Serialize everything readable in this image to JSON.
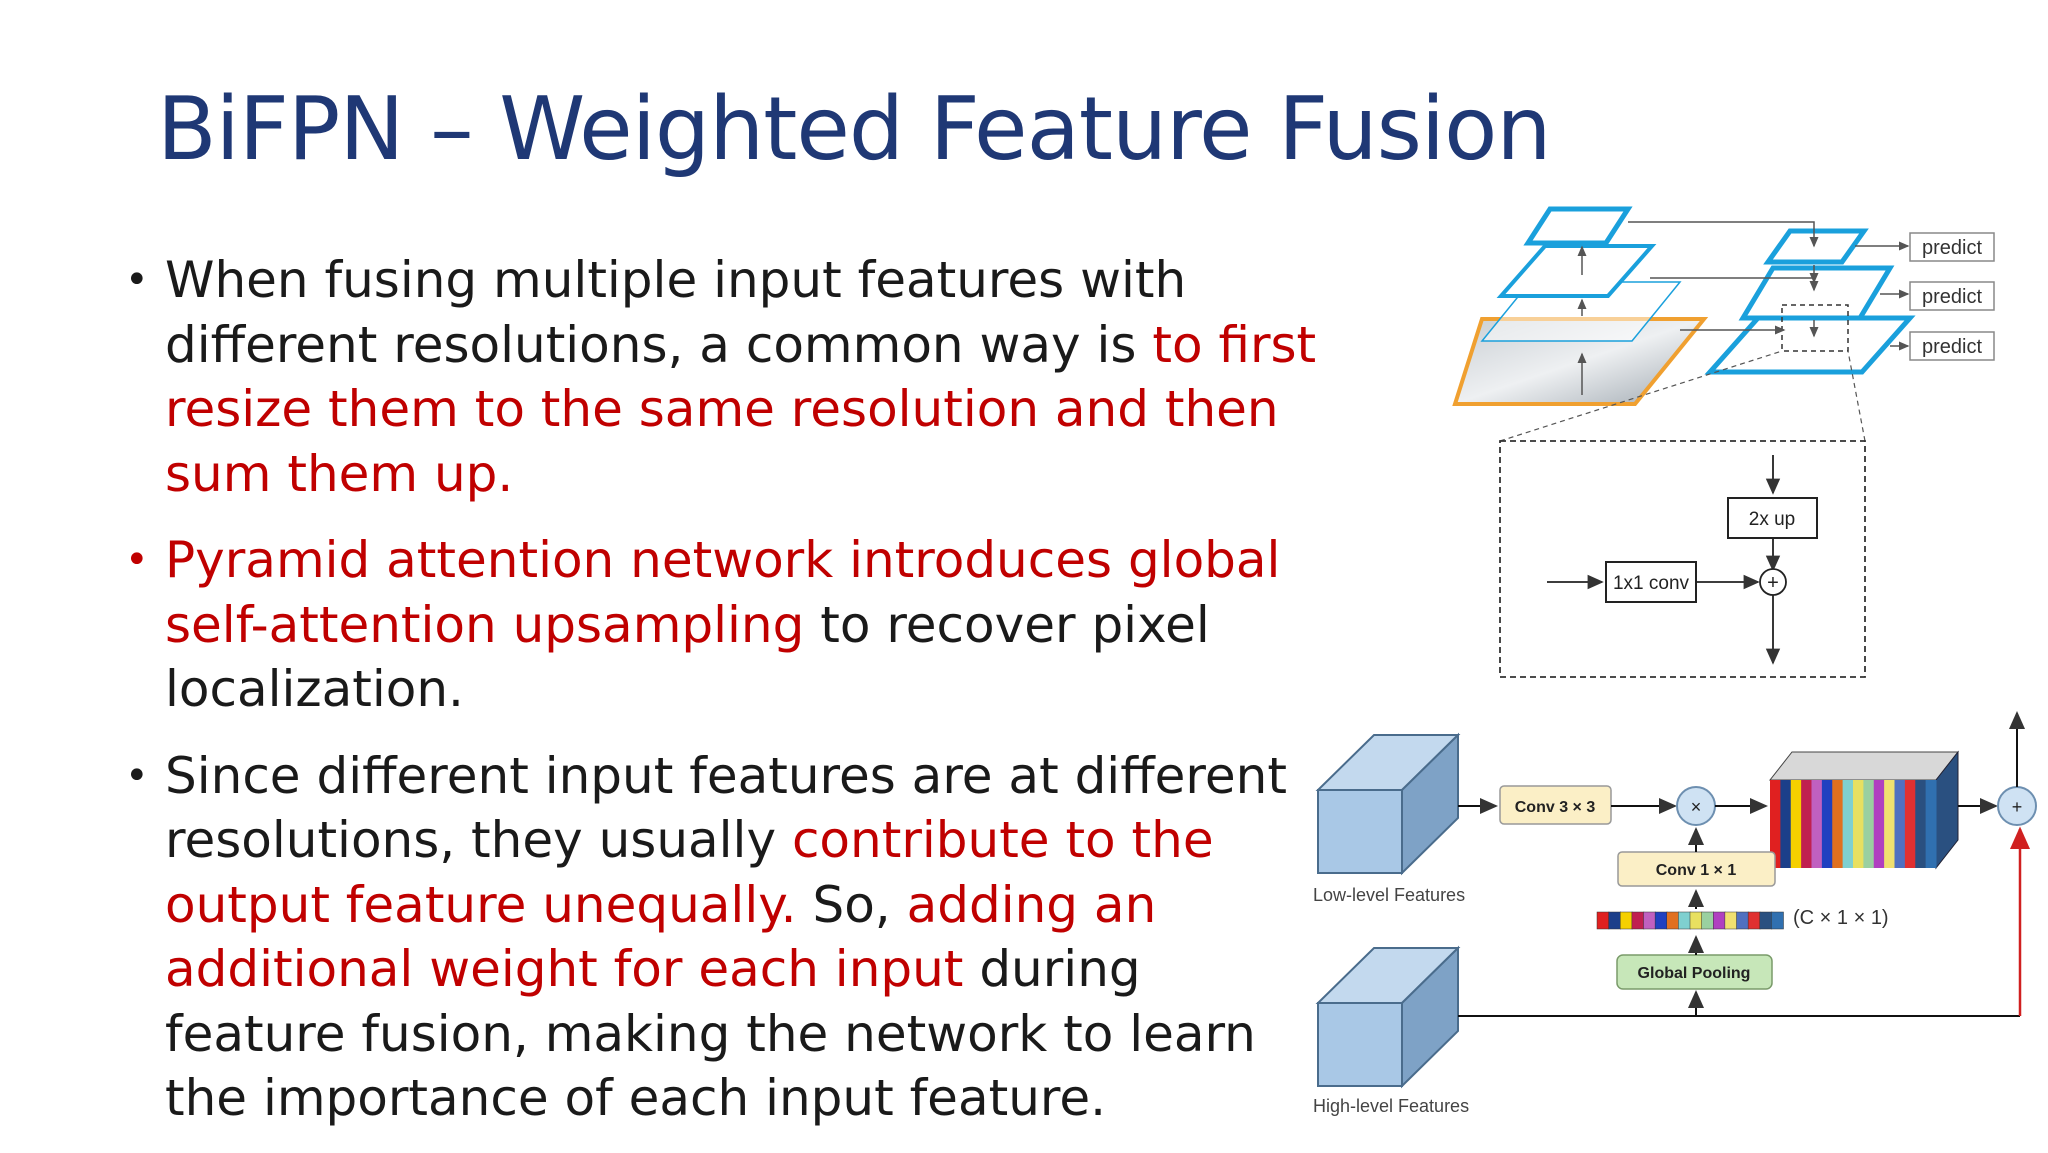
{
  "slide": {
    "title": "BiFPN – Weighted Feature Fusion",
    "bullets": [
      {
        "parts": [
          {
            "text": "When fusing multiple input features with different resolutions, a common way is ",
            "highlight": false
          },
          {
            "text": "to first resize them to the same resolution and then sum them up.",
            "highlight": true
          }
        ]
      },
      {
        "parts": [
          {
            "text": "Pyramid attention network introduces global self-attention upsampling",
            "highlight": true
          },
          {
            "text": " to recover pixel localization.",
            "highlight": false
          }
        ]
      },
      {
        "parts": [
          {
            "text": "Since different input features are at different resolutions, they usually ",
            "highlight": false
          },
          {
            "text": "contribute to the output feature unequally.",
            "highlight": true
          },
          {
            "text": " So, ",
            "highlight": false
          },
          {
            "text": "adding an additional weight for each input",
            "highlight": true
          },
          {
            "text": " during feature fusion, making the network to learn the importance of each input feature.",
            "highlight": false
          }
        ]
      }
    ],
    "bullet_symbol": "•"
  },
  "fpn_diagram": {
    "predict_1": "predict",
    "predict_2": "predict",
    "predict_3": "predict",
    "up_label": "2x up",
    "conv_label": "1x1 conv",
    "plus_symbol": "+"
  },
  "gau_diagram": {
    "low_label": "Low-level Features",
    "high_label": "High-level Features",
    "conv3": "Conv 3 × 3",
    "conv1": "Conv 1 × 1",
    "pool": "Global Pooling",
    "shape_label": "(C × 1 × 1)",
    "mult_symbol": "×",
    "plus_symbol": "+"
  },
  "colors": {
    "title": "#1f3875",
    "highlight": "#c00000",
    "fpn_blue": "#1aa0dc",
    "image_border": "#f0a030"
  }
}
